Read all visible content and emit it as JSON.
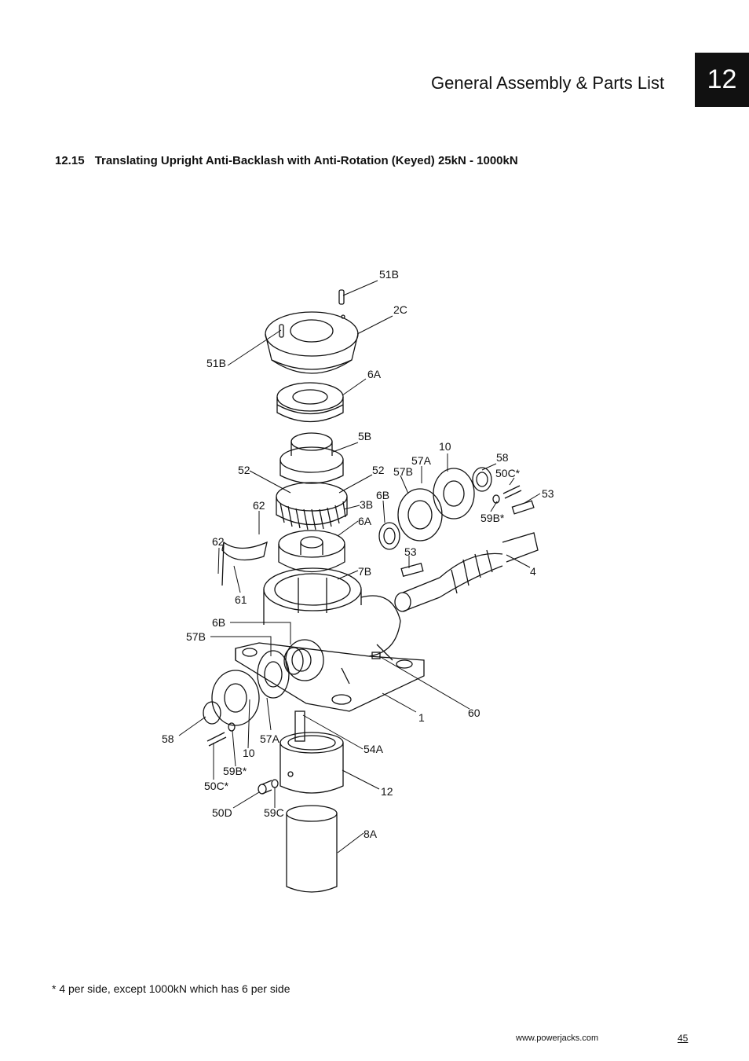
{
  "header": {
    "title": "General Assembly & Parts List",
    "chapter": "12"
  },
  "section": {
    "number": "12.15",
    "title": "Translating Upright Anti-Backlash with Anti-Rotation (Keyed) 25kN - 1000kN"
  },
  "callouts": [
    "51B",
    "2C",
    "51B",
    "6A",
    "5B",
    "10",
    "57A",
    "58",
    "57B",
    "50C*",
    "52",
    "52",
    "6B",
    "62",
    "3B",
    "53",
    "6A",
    "59B*",
    "62",
    "53",
    "4",
    "7B",
    "61",
    "6B",
    "57B",
    "60",
    "1",
    "58",
    "57A",
    "10",
    "54A",
    "59B*",
    "50C*",
    "12",
    "50D",
    "59C",
    "8A"
  ],
  "footnote": "* 4 per side, except 1000kN which has 6 per side",
  "footer": {
    "url": "www.powerjacks.com",
    "page": "45"
  }
}
